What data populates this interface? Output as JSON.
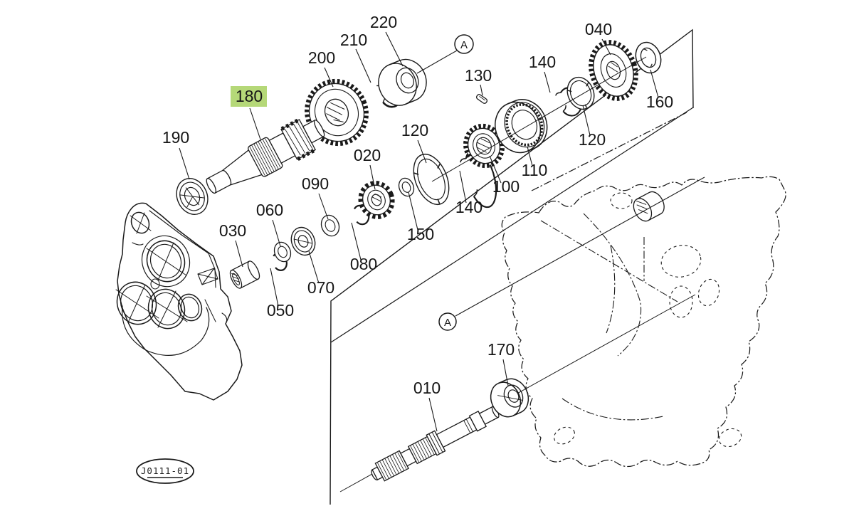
{
  "diagram": {
    "type": "exploded-parts-diagram",
    "stamp_code": "J0111-01",
    "section_marker": "A",
    "highlight": {
      "part": "180",
      "color": "#b5d878"
    },
    "labels": {
      "p010": "010",
      "p020": "020",
      "p030": "030",
      "p040": "040",
      "p050": "050",
      "p060": "060",
      "p070": "070",
      "p080": "080",
      "p090": "090",
      "p100": "100",
      "p110": "110",
      "p120": "120",
      "p130": "130",
      "p140": "140",
      "p150": "150",
      "p160": "160",
      "p170": "170",
      "p180": "180",
      "p190": "190",
      "p200": "200",
      "p210": "210",
      "p220": "220"
    }
  }
}
